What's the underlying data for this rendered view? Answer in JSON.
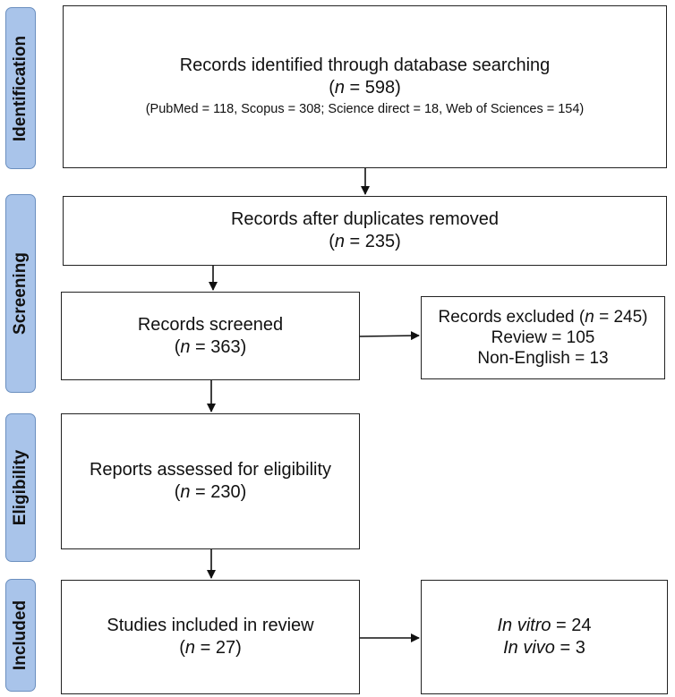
{
  "phases": [
    {
      "label": "Identification"
    },
    {
      "label": "Screening"
    },
    {
      "label": "Eligibility"
    },
    {
      "label": "Included"
    }
  ],
  "boxes": {
    "identified": {
      "title": "Records identified through database searching",
      "n_prefix": "(",
      "n_italic": "n",
      "n_value": " = 598)",
      "sources": "(PubMed = 118, Scopus = 308; Science direct = 18, Web of Sciences = 154)"
    },
    "duplicates": {
      "title": "Records after duplicates removed",
      "n_prefix": "(",
      "n_italic": "n",
      "n_value": " = 235)"
    },
    "screened": {
      "title": "Records screened",
      "n_prefix": "(",
      "n_italic": "n",
      "n_value": " = 363)"
    },
    "excluded": {
      "title_prefix": "Records excluded (",
      "n_italic": "n",
      "n_value": " = 245)",
      "review": "Review = 105",
      "non_english": "Non-English = 13"
    },
    "eligibility": {
      "title": "Reports assessed for eligibility",
      "n_prefix": "(",
      "n_italic": "n",
      "n_value": " = 230)"
    },
    "included": {
      "title": "Studies included in review",
      "n_prefix": "(",
      "n_italic": "n",
      "n_value": " = 27)"
    },
    "types": {
      "in_vitro_italic": "In vitro",
      "in_vitro_value": " = 24",
      "in_vivo_italic": "In vivo",
      "in_vivo_value": " = 3"
    }
  },
  "colors": {
    "phase_fill": "#a9c4ea",
    "phase_border": "#6b8fbf",
    "box_border": "#222222"
  }
}
